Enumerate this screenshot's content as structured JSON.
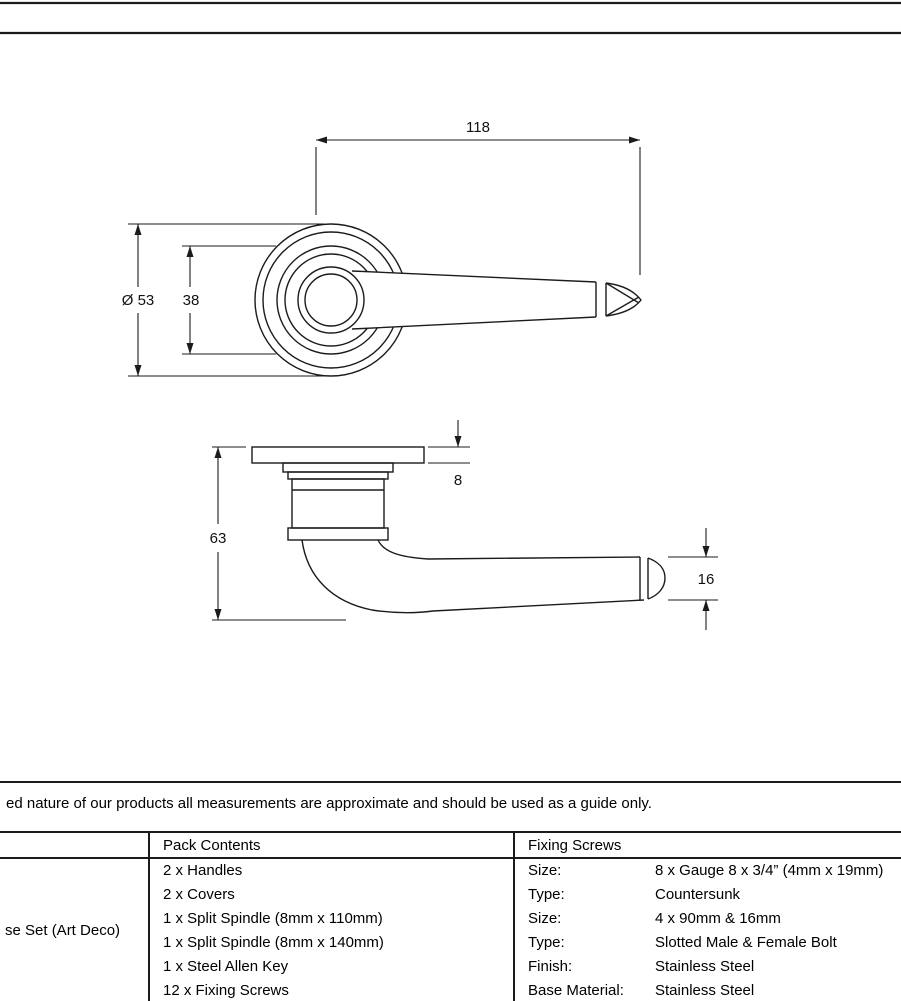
{
  "drawing": {
    "front": {
      "length": "118",
      "rose_diameter": "Ø 53",
      "inner_diameter": "38"
    },
    "side": {
      "rose_thickness": "8",
      "projection": "63",
      "lever_tip": "16"
    }
  },
  "disclaimer": "ed nature of our products all measurements are approximate and should be used as a guide only.",
  "table": {
    "product": "se Set (Art Deco)",
    "columns": {
      "pack_contents": "Pack Contents",
      "fixing_screws": "Fixing Screws"
    },
    "pack_contents": [
      "2 x Handles",
      "2 x Covers",
      "1 x Split Spindle (8mm x 110mm)",
      "1 x Split Spindle (8mm x 140mm)",
      "1 x Steel Allen Key",
      "12 x Fixing Screws"
    ],
    "fixing_screws": [
      {
        "label": "Size:",
        "value": "8 x Gauge 8 x 3/4” (4mm x 19mm)"
      },
      {
        "label": "Type:",
        "value": "Countersunk"
      },
      {
        "label": "Size:",
        "value": "4 x 90mm & 16mm"
      },
      {
        "label": "Type:",
        "value": "Slotted Male & Female Bolt"
      },
      {
        "label": "Finish:",
        "value": "Stainless Steel"
      },
      {
        "label": "Base Material:",
        "value": "Stainless Steel"
      }
    ]
  }
}
